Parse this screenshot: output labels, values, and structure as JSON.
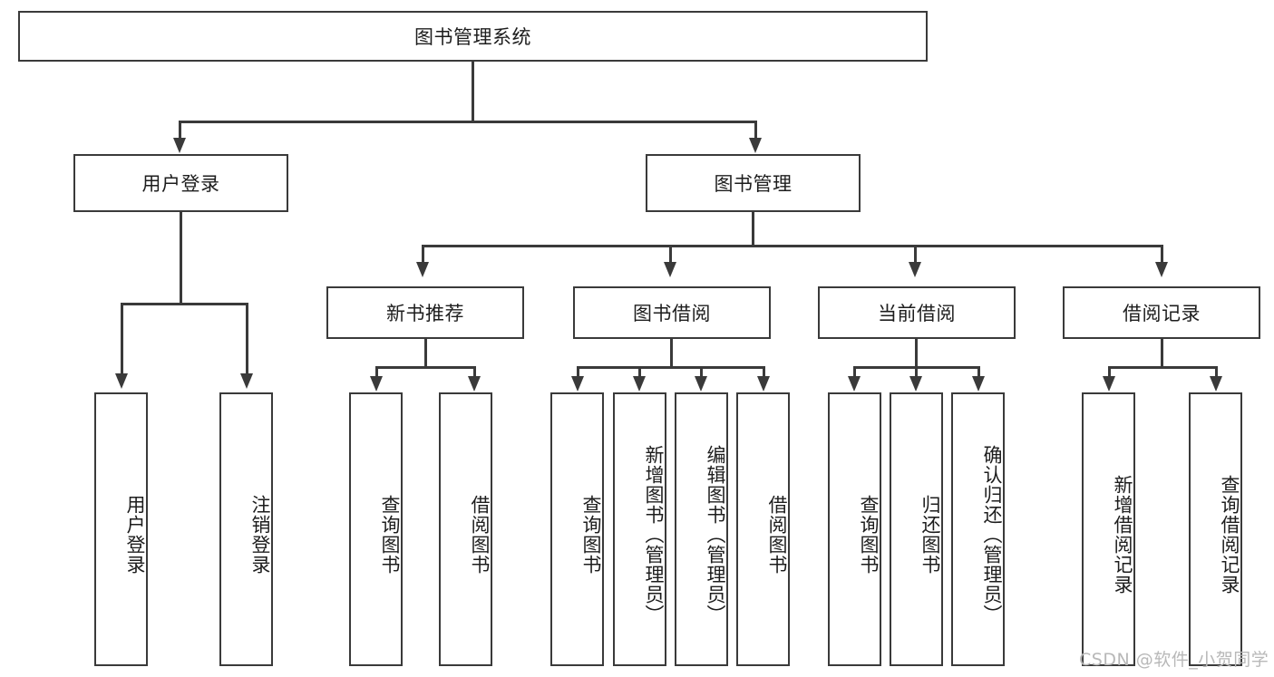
{
  "diagram": {
    "type": "tree-hierarchy",
    "title": "图书管理系统",
    "root": {
      "label": "图书管理系统"
    },
    "level2": [
      {
        "id": "user-login",
        "label": "用户登录"
      },
      {
        "id": "book-management",
        "label": "图书管理"
      }
    ],
    "level3": [
      {
        "id": "new-book-recommend",
        "label": "新书推荐",
        "parent": "book-management"
      },
      {
        "id": "book-borrow",
        "label": "图书借阅",
        "parent": "book-management"
      },
      {
        "id": "current-borrow",
        "label": "当前借阅",
        "parent": "book-management"
      },
      {
        "id": "borrow-record",
        "label": "借阅记录",
        "parent": "book-management"
      }
    ],
    "leaves": {
      "user_login": [
        {
          "id": "leaf-user-login",
          "label": "用户登录"
        },
        {
          "id": "leaf-logout-login",
          "label": "注销登录"
        }
      ],
      "new_book_recommend": [
        {
          "id": "leaf-query-book-1",
          "label": "查询图书"
        },
        {
          "id": "leaf-borrow-book-1",
          "label": "借阅图书"
        }
      ],
      "book_borrow": [
        {
          "id": "leaf-query-book-2",
          "label": "查询图书"
        },
        {
          "id": "leaf-add-book",
          "label": "新增图书（管理员）"
        },
        {
          "id": "leaf-edit-book",
          "label": "编辑图书（管理员）"
        },
        {
          "id": "leaf-borrow-book-2",
          "label": "借阅图书"
        }
      ],
      "current_borrow": [
        {
          "id": "leaf-query-book-3",
          "label": "查询图书"
        },
        {
          "id": "leaf-return-book",
          "label": "归还图书"
        },
        {
          "id": "leaf-confirm-return",
          "label": "确认归还（管理员）"
        }
      ],
      "borrow_record": [
        {
          "id": "leaf-add-record",
          "label": "新增借阅记录"
        },
        {
          "id": "leaf-query-record",
          "label": "查询借阅记录"
        }
      ]
    },
    "colors": {
      "border": "#3a3a3a",
      "background": "#ffffff",
      "text": "#1d1d1d",
      "watermark": "#b8b8b8"
    }
  },
  "watermark": {
    "text": "CSDN @软件_小贺同学"
  }
}
